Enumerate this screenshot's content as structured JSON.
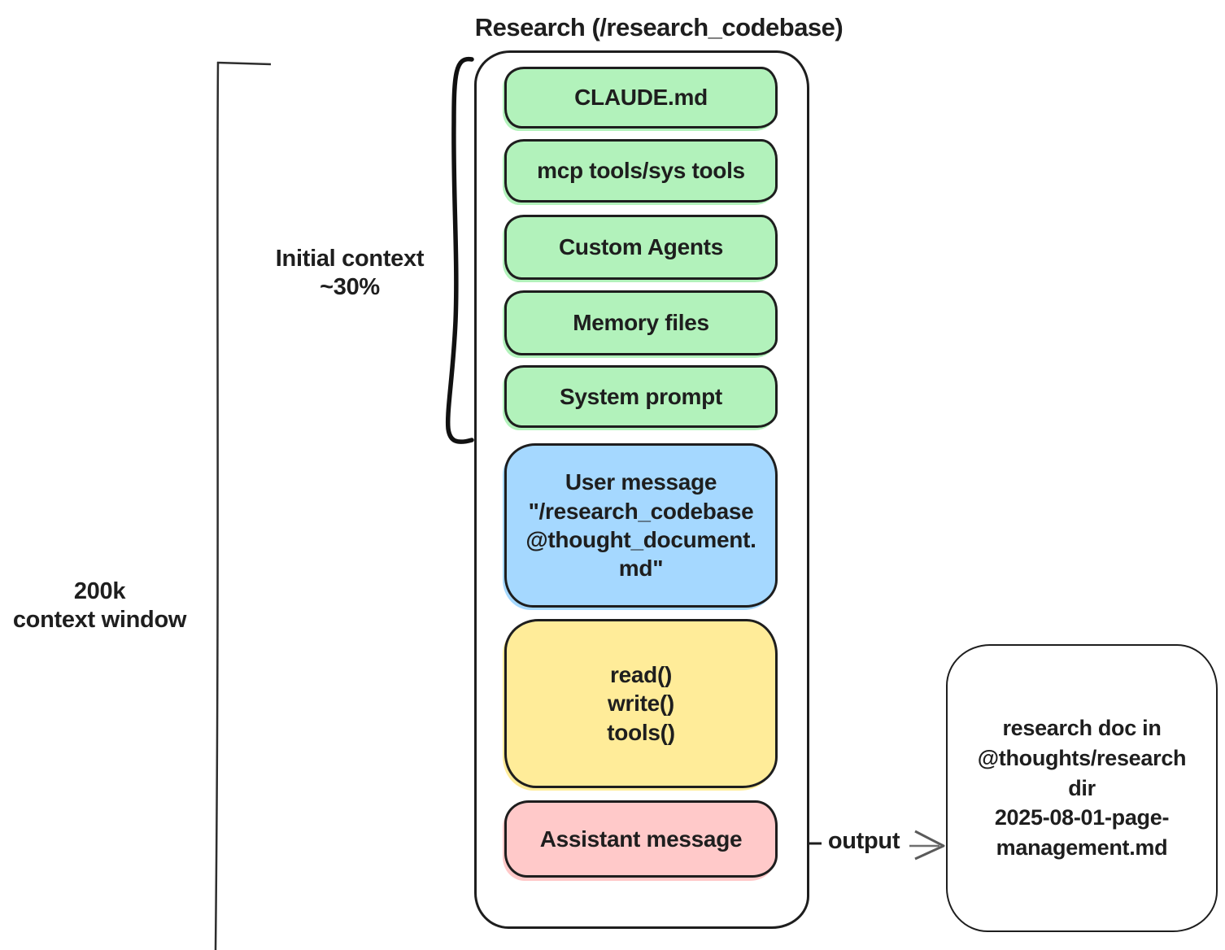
{
  "title": "Research (/research_codebase)",
  "axis": {
    "line1": "200k",
    "line2": "context window"
  },
  "initial_context": {
    "line1": "Initial context",
    "line2": "~30%"
  },
  "stack": {
    "green_items": [
      "CLAUDE.md",
      "mcp tools/sys tools",
      "Custom Agents",
      "Memory files",
      "System prompt"
    ],
    "user_message": {
      "lines": [
        "User message",
        "\"/research_codebase",
        "@thought_document.",
        "md\""
      ]
    },
    "tools": {
      "lines": [
        "read()",
        "write()",
        "tools()"
      ]
    },
    "assistant_label": "Assistant message"
  },
  "output": {
    "label": "output",
    "doc_lines": [
      "research doc in",
      "@thoughts/research",
      "dir",
      "2025-08-01-page-",
      "management.md"
    ]
  },
  "colors": {
    "green": "#b2f2bb",
    "blue": "#a5d8ff",
    "yellow": "#ffec99",
    "pink": "#ffc9c9",
    "stroke": "#1e1e1e",
    "background": "#ffffff"
  }
}
